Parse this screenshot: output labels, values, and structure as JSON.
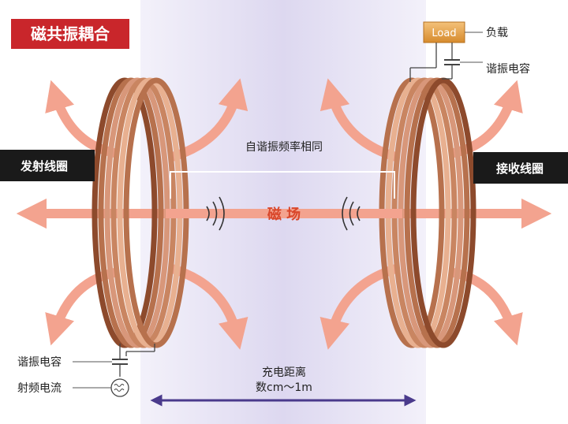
{
  "title": "磁共振耦合",
  "labels": {
    "tx_coil": "发射线圈",
    "rx_coil": "接收线圈",
    "same_freq": "自谐振频率相同",
    "field": "磁 场",
    "load": "Load",
    "load_caption": "负载",
    "cap_right": "谐振电容",
    "cap_left": "谐振电容",
    "rf_current": "射频电流",
    "distance_line1": "充电距离",
    "distance_line2": "数cm～1m"
  },
  "colors": {
    "title_bg": "#c9262b",
    "arrow": "#f3a38f",
    "field_text": "#d9472b",
    "copper": "#c98561",
    "band": "#e8e4f3",
    "distance_arrow": "#4a3a8c",
    "load_box": "#e8a64a"
  }
}
